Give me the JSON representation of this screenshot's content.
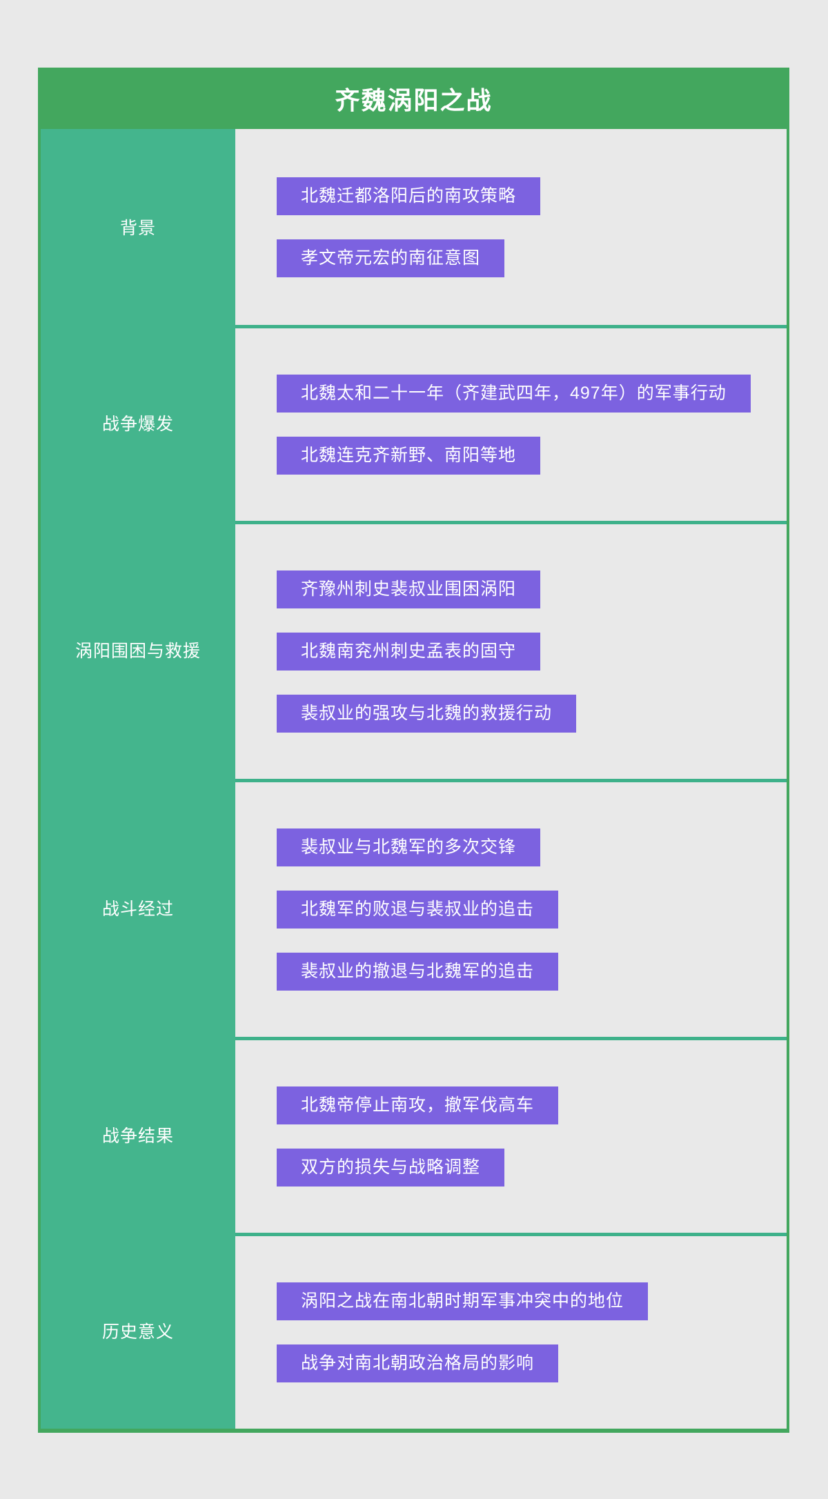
{
  "title": "齐魏涡阳之战",
  "colors": {
    "header_green": "#43a75e",
    "sidebar_teal": "#44b58d",
    "item_purple": "#7c62e0",
    "canvas_gray": "#e9e9e9",
    "divider_teal": "#3eb18a",
    "border_green": "#43a75e",
    "text_white": "#ffffff"
  },
  "sections": [
    {
      "label": "背景",
      "items": [
        "北魏迁都洛阳后的南攻策略",
        "孝文帝元宏的南征意图"
      ]
    },
    {
      "label": "战争爆发",
      "items": [
        "北魏太和二十一年（齐建武四年，497年）的军事行动",
        "北魏连克齐新野、南阳等地"
      ]
    },
    {
      "label": "涡阳围困与救援",
      "items": [
        "齐豫州刺史裴叔业围困涡阳",
        "北魏南兖州刺史孟表的固守",
        "裴叔业的强攻与北魏的救援行动"
      ]
    },
    {
      "label": "战斗经过",
      "items": [
        "裴叔业与北魏军的多次交锋",
        "北魏军的败退与裴叔业的追击",
        "裴叔业的撤退与北魏军的追击"
      ]
    },
    {
      "label": "战争结果",
      "items": [
        "北魏帝停止南攻，撤军伐高车",
        "双方的损失与战略调整"
      ]
    },
    {
      "label": "历史意义",
      "items": [
        "涡阳之战在南北朝时期军事冲突中的地位",
        "战争对南北朝政治格局的影响"
      ]
    }
  ]
}
